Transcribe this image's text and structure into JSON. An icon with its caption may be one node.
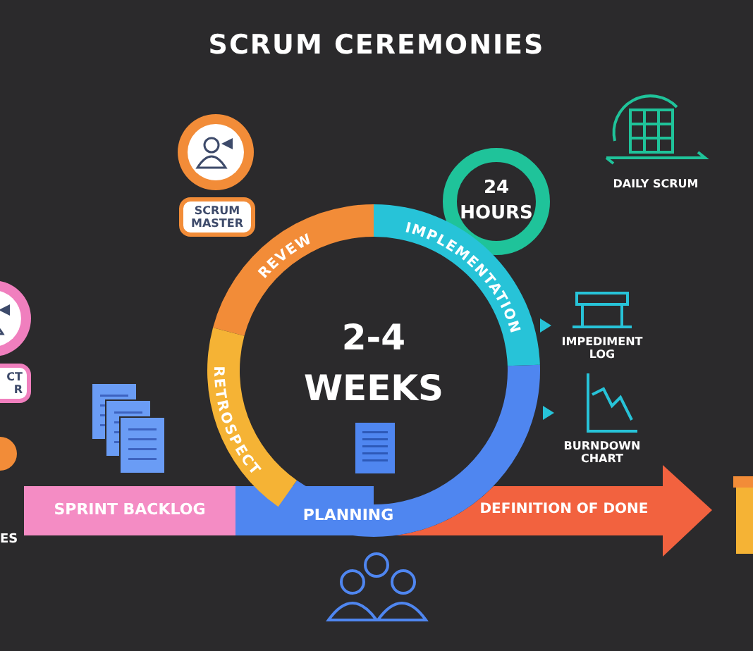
{
  "diagram": {
    "title": "SCRUM CEREMONIES",
    "nodes": [
      {
        "text": [
          "SCRUM MASTER"
        ]
      },
      {
        "text": [
          "24 HOURS"
        ]
      },
      {
        "text": [
          "REVEW"
        ]
      },
      {
        "text": [
          "IMPLEMENTATION"
        ]
      },
      {
        "text": [
          "CT R"
        ]
      },
      {
        "text": [
          "2-4 WEEKS"
        ]
      },
      {
        "text": [
          "RETROSPECT"
        ]
      },
      {
        "text": [
          "SPRINT BACKLOG"
        ]
      },
      {
        "text": [
          "PLANNING"
        ]
      },
      {
        "text": [
          "DEFINITION OF DONE"
        ]
      }
    ],
    "labels": [
      "DAILY SCRUM",
      "IMPEDIMENT LOG",
      "BURNDOWN CHART",
      "ES"
    ]
  }
}
